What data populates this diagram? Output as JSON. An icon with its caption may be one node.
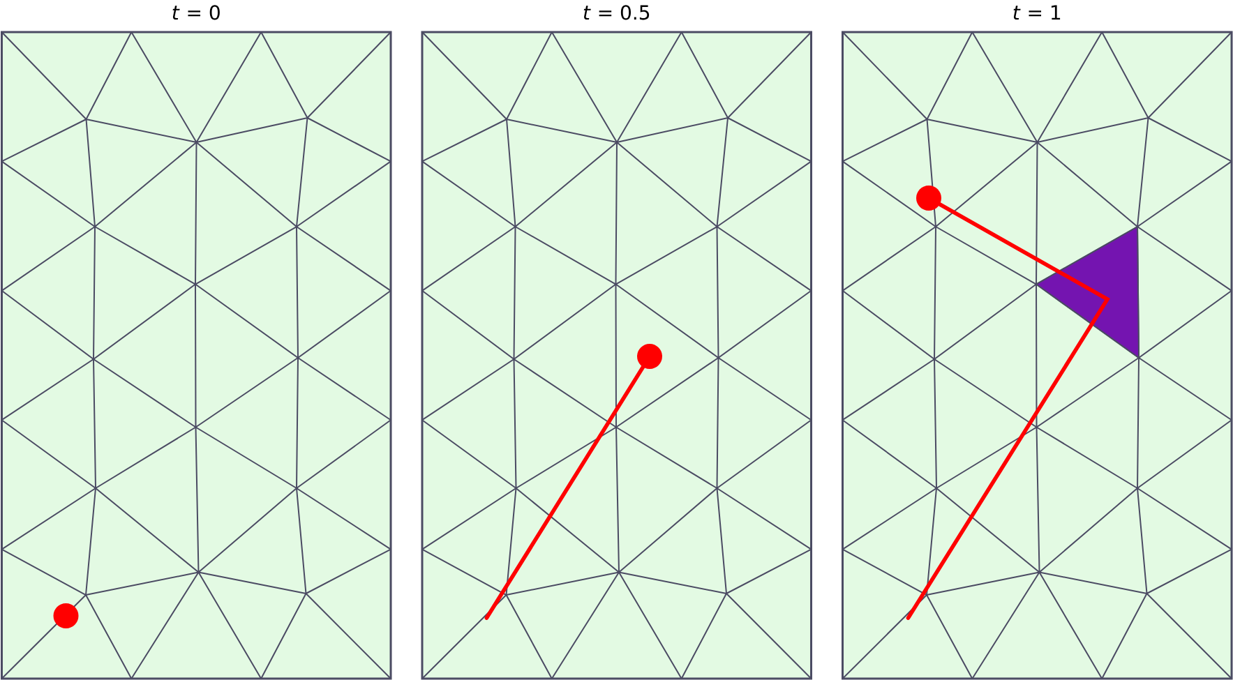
{
  "diagram": {
    "nodes": [
      {
        "text": [
          "*t* = 0"
        ]
      },
      {
        "text": [
          "*t* = 0.5"
        ]
      },
      {
        "text": [
          "*t* = 1"
        ]
      }
    ]
  }
}
